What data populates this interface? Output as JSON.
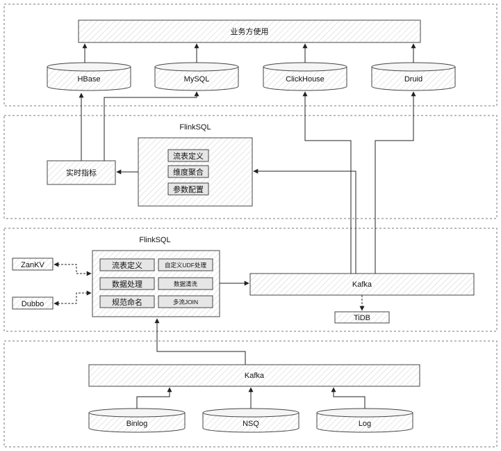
{
  "top": {
    "consumer": "业务方使用",
    "stores": [
      "HBase",
      "MySQL",
      "ClickHouse",
      "Druid"
    ]
  },
  "middle": {
    "title": "FlinkSQL",
    "realtime_metrics": "实时指标",
    "ops": [
      "流表定义",
      "维度聚合",
      "参数配置"
    ]
  },
  "lower": {
    "title": "FlinkSQL",
    "side": [
      "ZanKV",
      "Dubbo"
    ],
    "ops_left": [
      "流表定义",
      "数据处理",
      "规范命名"
    ],
    "ops_right": [
      "自定义UDF处理",
      "数据清洗",
      "多流JOIN"
    ],
    "kafka": "Kafka",
    "tidb": "TiDB"
  },
  "bottom": {
    "kafka": "Kafka",
    "sources": [
      "Binlog",
      "NSQ",
      "Log"
    ]
  }
}
